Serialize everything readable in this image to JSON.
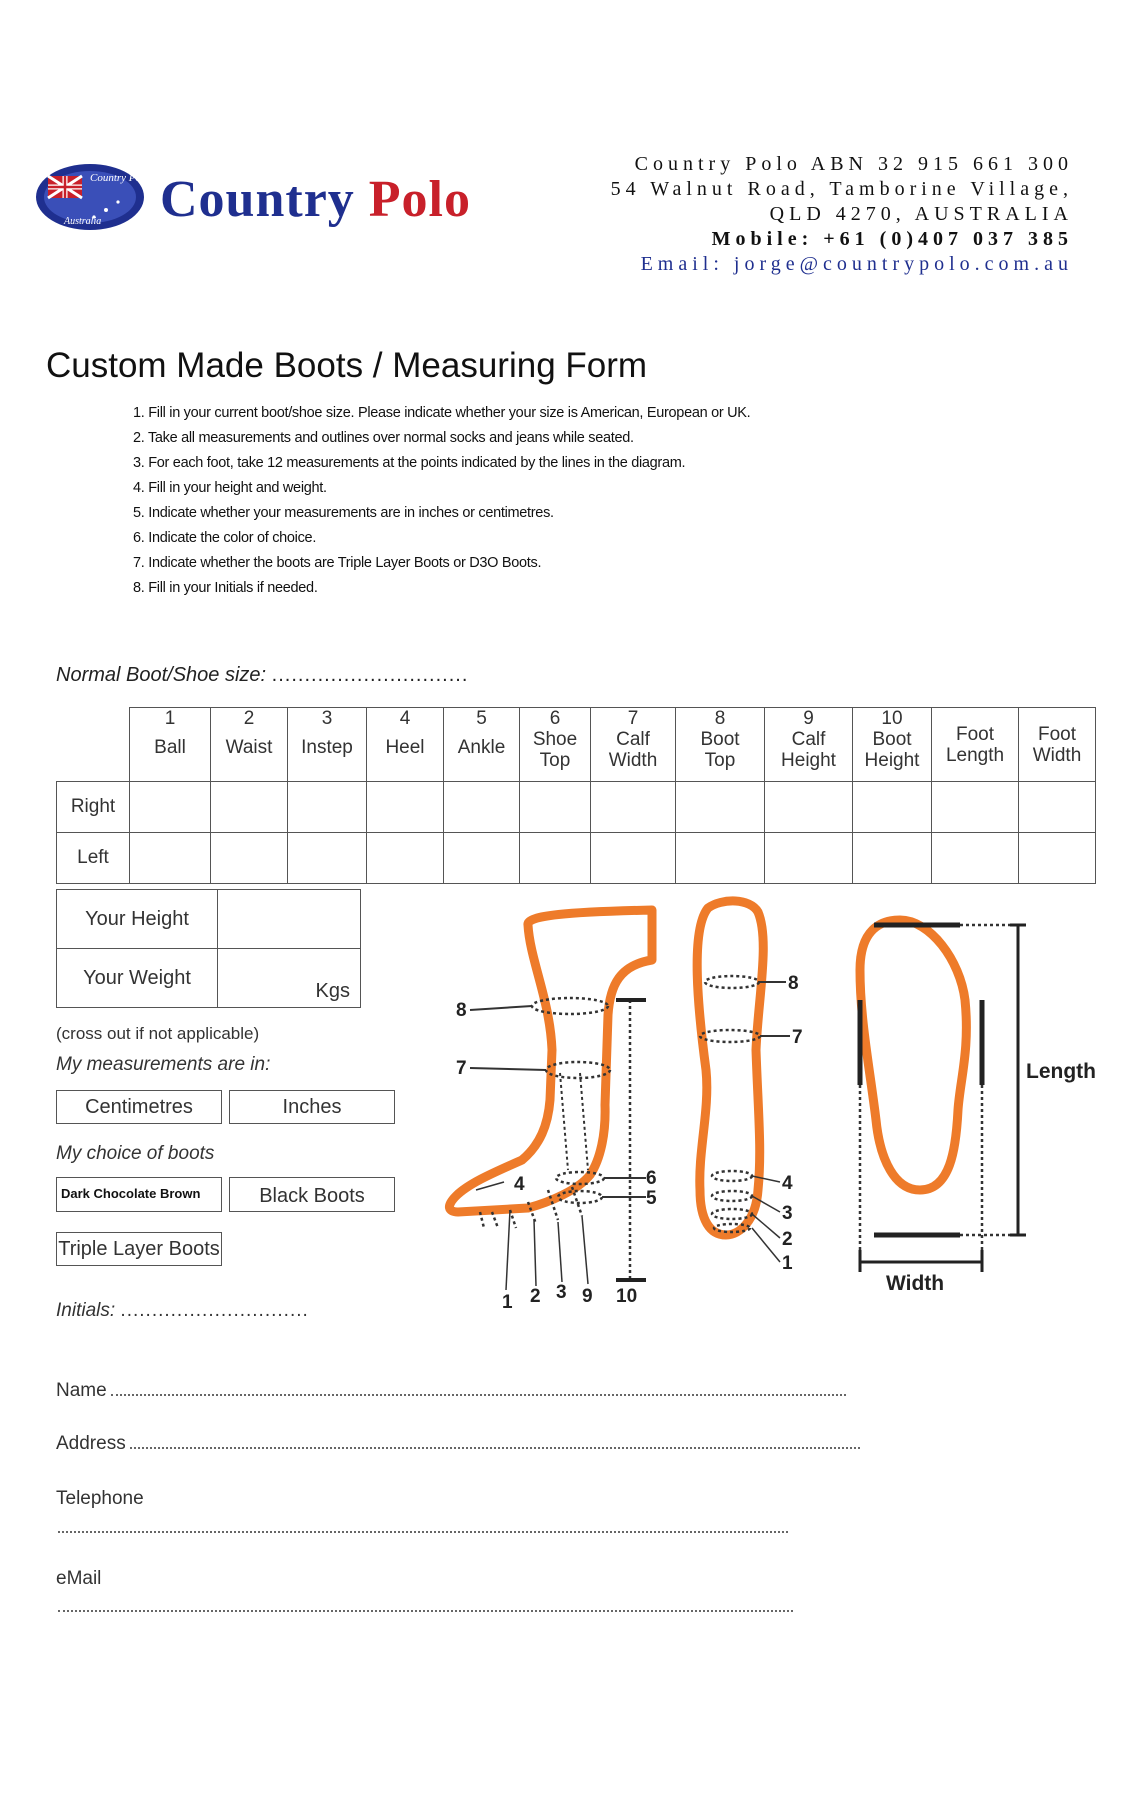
{
  "header": {
    "brand_part1": "Country",
    "brand_part2": "Polo",
    "logo_text_top": "Country Polo",
    "logo_text_bottom": "Australia",
    "contact_line1": "Country Polo ABN 32 915 661 300",
    "contact_line2": "54 Walnut Road, Tamborine Village,",
    "contact_line3": "QLD 4270, AUSTRALIA",
    "contact_line4": "Mobile: +61 (0)407 037 385",
    "contact_line5": "Email: jorge@countrypolo.com.au",
    "colors": {
      "brand_blue": "#1f2f8f",
      "brand_red": "#c8202a",
      "diagram_orange": "#ee7b2a"
    }
  },
  "form": {
    "title": "Custom Made Boots / Measuring Form",
    "instructions": [
      "1. Fill in your current boot/shoe size. Please indicate whether your size is American, European or UK.",
      "2. Take all measurements and outlines over normal socks and jeans while seated.",
      "3. For each foot, take 12 measurements at the points indicated by the lines in the diagram.",
      "4. Fill in your height and weight.",
      "5. Indicate whether your measurements are in inches or centimetres.",
      "6. Indicate the color of choice.",
      "7. Indicate whether the boots are Triple Layer Boots or D3O Boots.",
      "8. Fill in your Initials if needed."
    ],
    "shoe_size_label": "Normal Boot/Shoe size:",
    "shoe_size_dots": "..............................",
    "table": {
      "columns": [
        {
          "num": "1",
          "label": "Ball"
        },
        {
          "num": "2",
          "label": "Waist"
        },
        {
          "num": "3",
          "label": "Instep"
        },
        {
          "num": "4",
          "label": "Heel"
        },
        {
          "num": "5",
          "label": "Ankle"
        },
        {
          "num": "6",
          "label": "Shoe Top"
        },
        {
          "num": "7",
          "label": "Calf Width"
        },
        {
          "num": "8",
          "label": "Boot Top"
        },
        {
          "num": "9",
          "label": "Calf Height"
        },
        {
          "num": "10",
          "label": "Boot Height"
        },
        {
          "num": "",
          "label": "Foot Length"
        },
        {
          "num": "",
          "label": "Foot Width"
        }
      ],
      "rows": [
        "Right",
        "Left"
      ]
    },
    "height_label": "Your Height",
    "weight_label": "Your Weight",
    "weight_unit": "Kgs",
    "cross_out_note": "(cross out if not applicable)",
    "measurements_in_label": "My measurements are in:",
    "unit_centimetres": "Centimetres",
    "unit_inches": "Inches",
    "choice_of_boots_label": "My choice of boots",
    "choice_brown": "Dark Chocolate Brown",
    "choice_black": "Black Boots",
    "choice_triple": "Triple Layer Boots",
    "initials_label": "Initials:",
    "initials_dots": ".............................."
  },
  "diagram": {
    "side_numbers": [
      "8",
      "7",
      "4",
      "6",
      "5",
      "1",
      "2",
      "3",
      "9",
      "10"
    ],
    "front_numbers": [
      "8",
      "7",
      "4",
      "3",
      "2",
      "1"
    ],
    "length_label": "Length",
    "width_label": "Width"
  },
  "contact_fields": {
    "name_label": "Name",
    "address_label": "Address",
    "telephone_label": "Telephone",
    "email_label": "eMail"
  }
}
